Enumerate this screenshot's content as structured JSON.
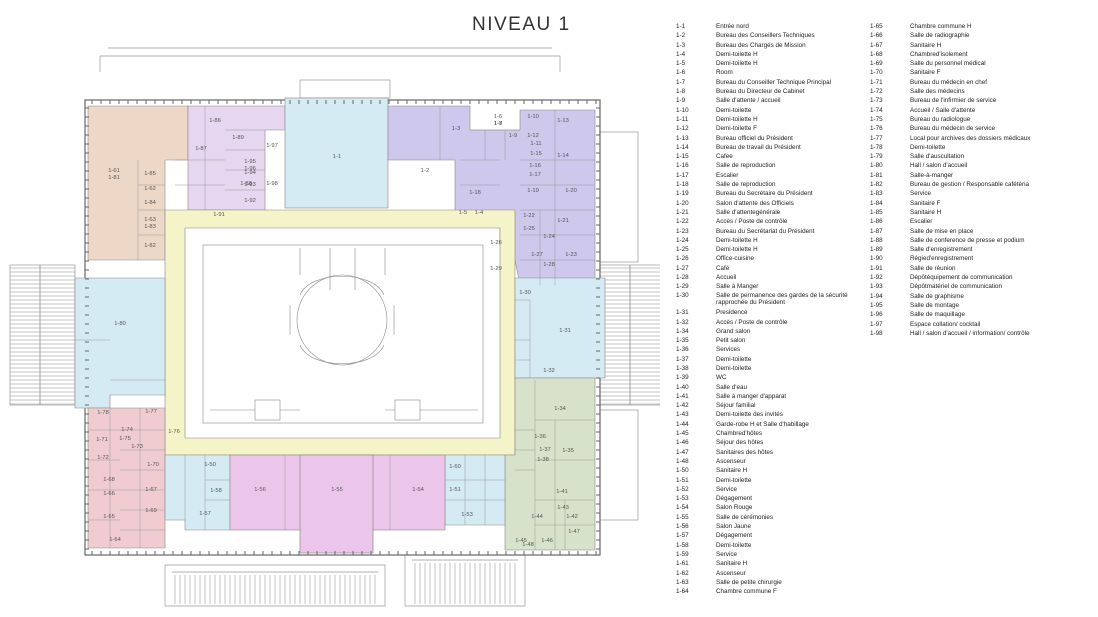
{
  "title": "NIVEAU   1",
  "colors": {
    "peach": "#edd8c8",
    "lavender": "#e6d6ef",
    "cyan": "#d4ebf3",
    "violet": "#cdc8ec",
    "yellow": "#f5f3c8",
    "pink": "#f0ccd0",
    "magenta": "#ecc6ea",
    "green": "#d7e2cb",
    "wall": "#777777"
  },
  "room_labels": {
    "r1_1": "1-1",
    "r1_2": "1-2",
    "r1_3": "1-3",
    "r1_4": "1-4",
    "r1_5": "1-5",
    "r1_6": "1-6",
    "r1_7": "1-7",
    "r1_8": "1-8",
    "r1_9": "1-9",
    "r1_10": "1-10",
    "r1_11": "1-11",
    "r1_12": "1-12",
    "r1_13": "1-13",
    "r1_14": "1-14",
    "r1_15": "1-15",
    "r1_16": "1-16",
    "r1_17": "1-17",
    "r1_18": "1-18",
    "r1_19": "1-19",
    "r1_20": "1-20",
    "r1_21": "1-21",
    "r1_22": "1-22",
    "r1_23": "1-23",
    "r1_24": "1-24",
    "r1_25": "1-25",
    "r1_26": "1-26",
    "r1_27": "1-27",
    "r1_28": "1-28",
    "r1_29": "1-29",
    "r1_30": "1-30",
    "r1_31": "1-31",
    "r1_32": "1-32",
    "r1_34": "1-34",
    "r1_35": "1-35",
    "r1_36": "1-36",
    "r1_37": "1-37",
    "r1_38": "1-38",
    "r1_41": "1-41",
    "r1_42": "1-42",
    "r1_43": "1-43",
    "r1_44": "1-44",
    "r1_45": "1-45",
    "r1_46": "1-46",
    "r1_47": "1-47",
    "r1_48": "1-48",
    "r1_50": "1-50",
    "r1_51": "1-51",
    "r1_53": "1-53",
    "r1_54": "1-54",
    "r1_55": "1-55",
    "r1_56": "1-56",
    "r1_57": "1-57",
    "r1_58": "1-58",
    "r1_60": "1-60",
    "r1_61": "1-61",
    "r1_62": "1-62",
    "r1_63": "1-63",
    "r1_64": "1-64",
    "r1_65": "1-65",
    "r1_66": "1-66",
    "r1_67": "1-67",
    "r1_68": "1-68",
    "r1_69": "1-69",
    "r1_70": "1-70",
    "r1_71": "1-71",
    "r1_72": "1-72",
    "r1_73": "1-73",
    "r1_74": "1-74",
    "r1_75": "1-75",
    "r1_76": "1-76",
    "r1_77": "1-77",
    "r1_78": "1-78",
    "r1_80": "1-80",
    "r1_81": "1-81",
    "r1_82": "1-82",
    "r1_83": "1-83",
    "r1_84": "1-84",
    "r1_85": "1-85",
    "r1_86": "1-86",
    "r1_87": "1-87",
    "r1_88": "1-88",
    "r1_89": "1-89",
    "r1_91": "1-91",
    "r1_92": "1-92",
    "r1_93": "1-93",
    "r1_94": "1-94",
    "r1_95": "1-95",
    "r1_96": "1-96",
    "r1_97": "1-97",
    "r1_98": "1-98"
  },
  "legend_left": [
    {
      "code": "1-1",
      "name": "Entrée nord"
    },
    {
      "code": "1-2",
      "name": "Bureau des Conseillers Techniques"
    },
    {
      "code": "1-3",
      "name": "Bureau des Chargés de Mission"
    },
    {
      "code": "1-4",
      "name": "Demi-toilette H"
    },
    {
      "code": "1-5",
      "name": "Demi-toilette H"
    },
    {
      "code": "1-6",
      "name": "Room"
    },
    {
      "code": "1-7",
      "name": "Bureau du Conseiller Technique Principal"
    },
    {
      "code": "1-8",
      "name": "Bureau du Directeur de Cabinet"
    },
    {
      "code": "1-9",
      "name": "Salle d'attente / accueil"
    },
    {
      "code": "1-10",
      "name": "Demi-toilette"
    },
    {
      "code": "1-11",
      "name": "Demi-toilette H"
    },
    {
      "code": "1-12",
      "name": "Demi-toilette F"
    },
    {
      "code": "1-13",
      "name": "Bureau officiel du Président"
    },
    {
      "code": "1-14",
      "name": "Bureau de travail du Président"
    },
    {
      "code": "1-15",
      "name": "Cafee"
    },
    {
      "code": "1-16",
      "name": "Salle de reproduction"
    },
    {
      "code": "1-17",
      "name": "Escalier"
    },
    {
      "code": "1-18",
      "name": "Salle de reproduction"
    },
    {
      "code": "1-19",
      "name": "Bureau du Secrétaire du Président"
    },
    {
      "code": "1-20",
      "name": "Salon d'attente des Officiels"
    },
    {
      "code": "1-21",
      "name": "Salle d'attentegénérale"
    },
    {
      "code": "1-22",
      "name": "Accès / Poste de contrôle"
    },
    {
      "code": "1-23",
      "name": "Bureau du Secrétariat du Président"
    },
    {
      "code": "1-24",
      "name": "Demi-toilette H"
    },
    {
      "code": "1-25",
      "name": "Demi-toilette H"
    },
    {
      "code": "1-26",
      "name": "Office-cuisine"
    },
    {
      "code": "1-27",
      "name": "Café"
    },
    {
      "code": "1-28",
      "name": "Accueil"
    },
    {
      "code": "1-29",
      "name": "Salle à Manger"
    },
    {
      "code": "1-30",
      "name": "Salle de permanence des gardes de la sécurité rapprochée du Président"
    },
    {
      "code": "1-31",
      "name": "Presidence"
    },
    {
      "code": "1-32",
      "name": "Accès / Poste de contrôle"
    },
    {
      "code": "1-34",
      "name": "Grand salon"
    },
    {
      "code": "1-35",
      "name": "Petit salon"
    },
    {
      "code": "1-36",
      "name": "Services"
    },
    {
      "code": "1-37",
      "name": "Demi-toilette"
    },
    {
      "code": "1-38",
      "name": "Demi-toilette"
    },
    {
      "code": "1-39",
      "name": "WC"
    },
    {
      "code": "1-40",
      "name": "Salle d'eau"
    },
    {
      "code": "1-41",
      "name": "Salle à manger d'apparat"
    },
    {
      "code": "1-42",
      "name": "Séjour familial"
    },
    {
      "code": "1-43",
      "name": "Demi-toilette des invités"
    },
    {
      "code": "1-44",
      "name": "Garde-robe H et Salle d'habillage"
    },
    {
      "code": "1-45",
      "name": "Chambred'hôtes"
    },
    {
      "code": "1-46",
      "name": "Séjour des hôtes"
    },
    {
      "code": "1-47",
      "name": "Sanitaires des hôtes"
    },
    {
      "code": "1-48",
      "name": "Ascenseur"
    },
    {
      "code": "1-50",
      "name": "Sanitaire H"
    },
    {
      "code": "1-51",
      "name": "Demi-toilette"
    },
    {
      "code": "1-52",
      "name": "Service"
    },
    {
      "code": "1-53",
      "name": "Dégagement"
    },
    {
      "code": "1-54",
      "name": "Salon Rouge"
    },
    {
      "code": "1-55",
      "name": "Salle de cérémonies"
    },
    {
      "code": "1-56",
      "name": "Salon Jaune"
    },
    {
      "code": "1-57",
      "name": "Dégagement"
    },
    {
      "code": "1-58",
      "name": "Demi-toilette"
    },
    {
      "code": "1-59",
      "name": "Service"
    },
    {
      "code": "1-61",
      "name": "Sanitaire H"
    },
    {
      "code": "1-62",
      "name": "Ascenseur"
    },
    {
      "code": "1-63",
      "name": "Salle de petite chirurgie"
    },
    {
      "code": "1-64",
      "name": "Chambre commune F"
    }
  ],
  "legend_right": [
    {
      "code": "1-65",
      "name": "Chambre commune H"
    },
    {
      "code": "1-66",
      "name": "Salle de radiographie"
    },
    {
      "code": "1-67",
      "name": "Sanitaire H"
    },
    {
      "code": "1-68",
      "name": "Chambred'isolement"
    },
    {
      "code": "1-69",
      "name": "Salle du personnel médical"
    },
    {
      "code": "1-70",
      "name": "Sanitaire F"
    },
    {
      "code": "1-71",
      "name": "Bureau du médecin en chef"
    },
    {
      "code": "1-72",
      "name": "Salle des médecins"
    },
    {
      "code": "1-73",
      "name": "Bureau de l'infirmier de service"
    },
    {
      "code": "1-74",
      "name": "Accueil / Salle d'attente"
    },
    {
      "code": "1-75",
      "name": "Bureau du radiologue"
    },
    {
      "code": "1-76",
      "name": "Bureau du médecin de service"
    },
    {
      "code": "1-77",
      "name": "Local pour archives des dossiers médicaux"
    },
    {
      "code": "1-78",
      "name": "Demi-toilette"
    },
    {
      "code": "1-79",
      "name": "Salle d'auscultation"
    },
    {
      "code": "1-80",
      "name": "Hall / salon d'accueil"
    },
    {
      "code": "1-81",
      "name": "Salle-à-manger"
    },
    {
      "code": "1-82",
      "name": "Bureau de gestion / Responsable cafétéria"
    },
    {
      "code": "1-83",
      "name": "Service"
    },
    {
      "code": "1-84",
      "name": "Sanitaire F"
    },
    {
      "code": "1-85",
      "name": "Sanitaire H"
    },
    {
      "code": "1-86",
      "name": "Escalier"
    },
    {
      "code": "1-87",
      "name": "Salle de mise en place"
    },
    {
      "code": "1-88",
      "name": "Salle de conference de presse et podium"
    },
    {
      "code": "1-89",
      "name": "Salle d'enregistrement"
    },
    {
      "code": "1-90",
      "name": "Régied'enregistrement"
    },
    {
      "code": "1-91",
      "name": "Salle de réunion"
    },
    {
      "code": "1-92",
      "name": "Dépôtéquipement de communication"
    },
    {
      "code": "1-93",
      "name": "Dépôtmatériel de communication"
    },
    {
      "code": "1-94",
      "name": "Salle de graphisme"
    },
    {
      "code": "1-95",
      "name": "Salle de montage"
    },
    {
      "code": "1-96",
      "name": "Salle de maquillage"
    },
    {
      "code": "1-97",
      "name": "Espace collation/ cocktail"
    },
    {
      "code": "1-98",
      "name": "Hall / salon d'accueil / information/ contrôle"
    }
  ]
}
